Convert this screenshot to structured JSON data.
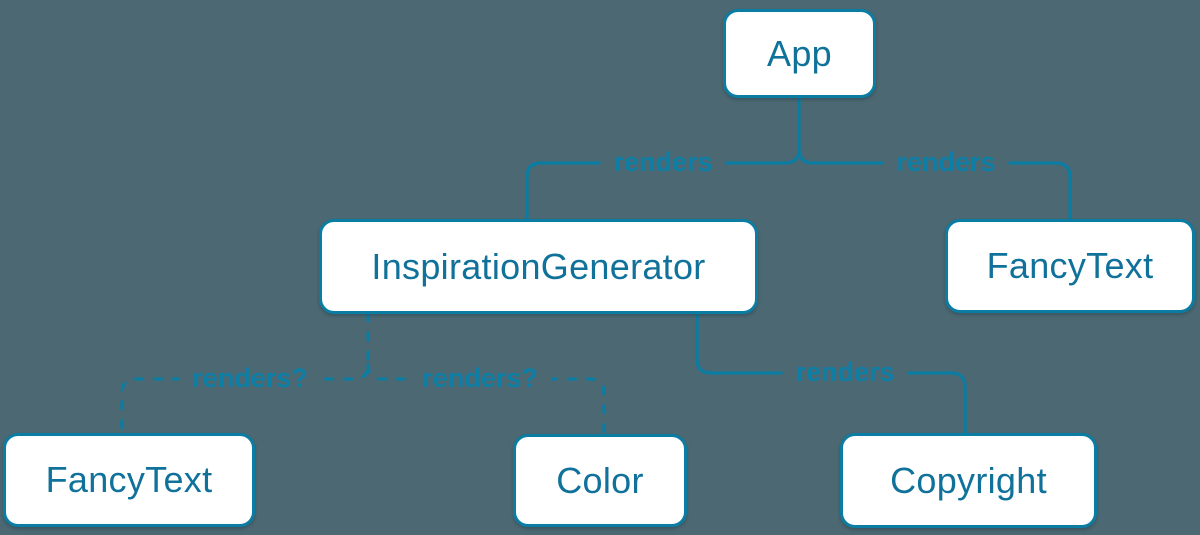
{
  "diagram": {
    "background_color": "#4c6872",
    "accent_color": "#0b7da3",
    "node_fill_color": "#ffffff",
    "nodes": {
      "app": {
        "label": "App"
      },
      "inspiration_generator": {
        "label": "InspirationGenerator"
      },
      "fancy_text_top": {
        "label": "FancyText"
      },
      "fancy_text_bottom": {
        "label": "FancyText"
      },
      "color": {
        "label": "Color"
      },
      "copyright": {
        "label": "Copyright"
      }
    },
    "edges": [
      {
        "from": "App",
        "to": "InspirationGenerator",
        "label": "renders",
        "style": "solid"
      },
      {
        "from": "App",
        "to": "FancyText",
        "label": "renders",
        "style": "solid"
      },
      {
        "from": "InspirationGenerator",
        "to": "FancyText",
        "label": "renders?",
        "style": "dashed"
      },
      {
        "from": "InspirationGenerator",
        "to": "Color",
        "label": "renders?",
        "style": "dashed"
      },
      {
        "from": "InspirationGenerator",
        "to": "Copyright",
        "label": "renders",
        "style": "solid"
      }
    ]
  }
}
